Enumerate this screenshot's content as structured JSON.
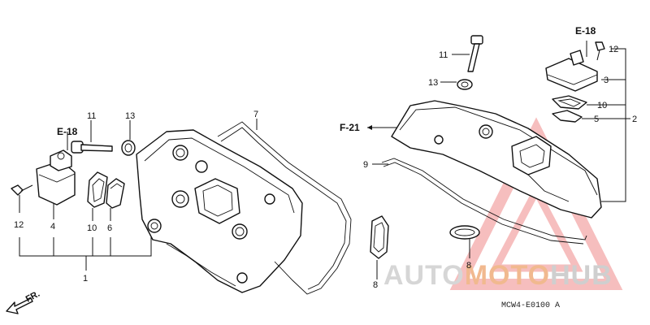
{
  "diagram": {
    "callouts_left": {
      "n11": "11",
      "n13": "13",
      "n7": "7",
      "e18": "E-18",
      "n12": "12",
      "n4": "4",
      "n10": "10",
      "n6": "6",
      "n1": "1"
    },
    "callouts_right": {
      "n11": "11",
      "n13": "13",
      "e18": "E-18",
      "n12": "12",
      "n3": "3",
      "n10": "10",
      "n5": "5",
      "n2": "2",
      "f21": "F-21",
      "n9": "9",
      "n8a": "8",
      "n8b": "8"
    },
    "direction_mark": "FR.",
    "figure_code": "MCW4-E0100 A",
    "watermark": {
      "part1": "AUTO",
      "part2": "MOTO",
      "part3": "HUB",
      "color_dark": "#d8d8d8",
      "color_accent": "#f2c9a8",
      "color_mid": "#f3b3b3"
    }
  }
}
